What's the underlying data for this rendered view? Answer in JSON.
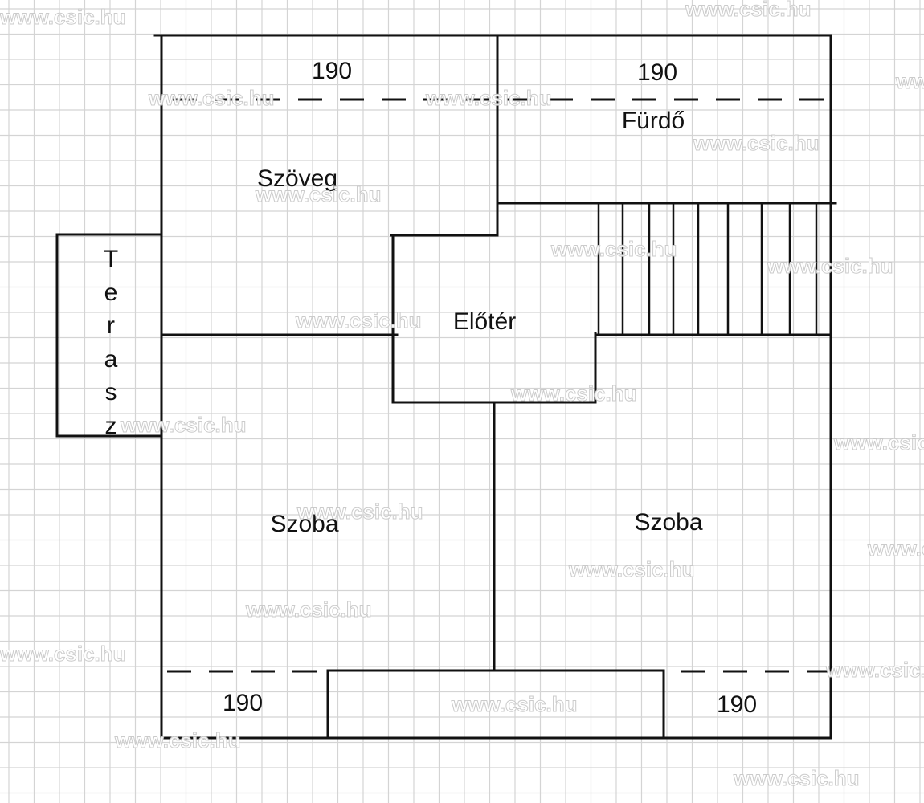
{
  "rooms": {
    "szoveg": "Szöveg",
    "furdo": "Fürdő",
    "eloter": "Előtér",
    "szoba_left": "Szoba",
    "szoba_right": "Szoba",
    "terasz_letters": [
      "T",
      "e",
      "r",
      "a",
      "s",
      "z"
    ]
  },
  "dimensions": {
    "top_left": "190",
    "top_right": "190",
    "bottom_left": "190",
    "bottom_right": "190"
  },
  "watermark": "www.csic.hu",
  "colors": {
    "walls": "#111111",
    "grid": "#d4d4d4",
    "background": "#ffffff"
  }
}
